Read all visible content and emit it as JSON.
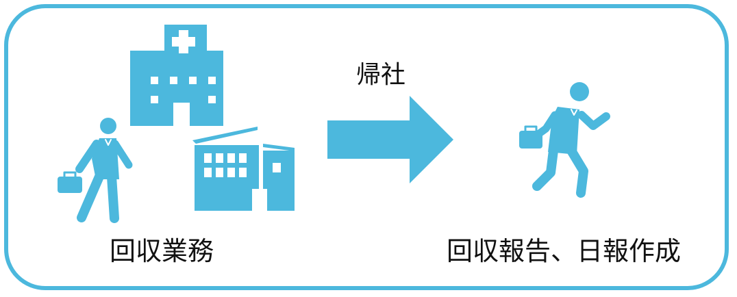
{
  "colors": {
    "accent": "#4cb8dd",
    "text": "#111111",
    "background": "#ffffff"
  },
  "labels": {
    "left": "回収業務",
    "arrow": "帰社",
    "right": "回収報告、日報作成"
  },
  "icons": {
    "hospital": "hospital-building-icon",
    "factory": "factory-building-icon",
    "walker": "walking-businessman-icon",
    "runner": "running-businessman-icon",
    "arrow": "right-arrow-icon"
  }
}
